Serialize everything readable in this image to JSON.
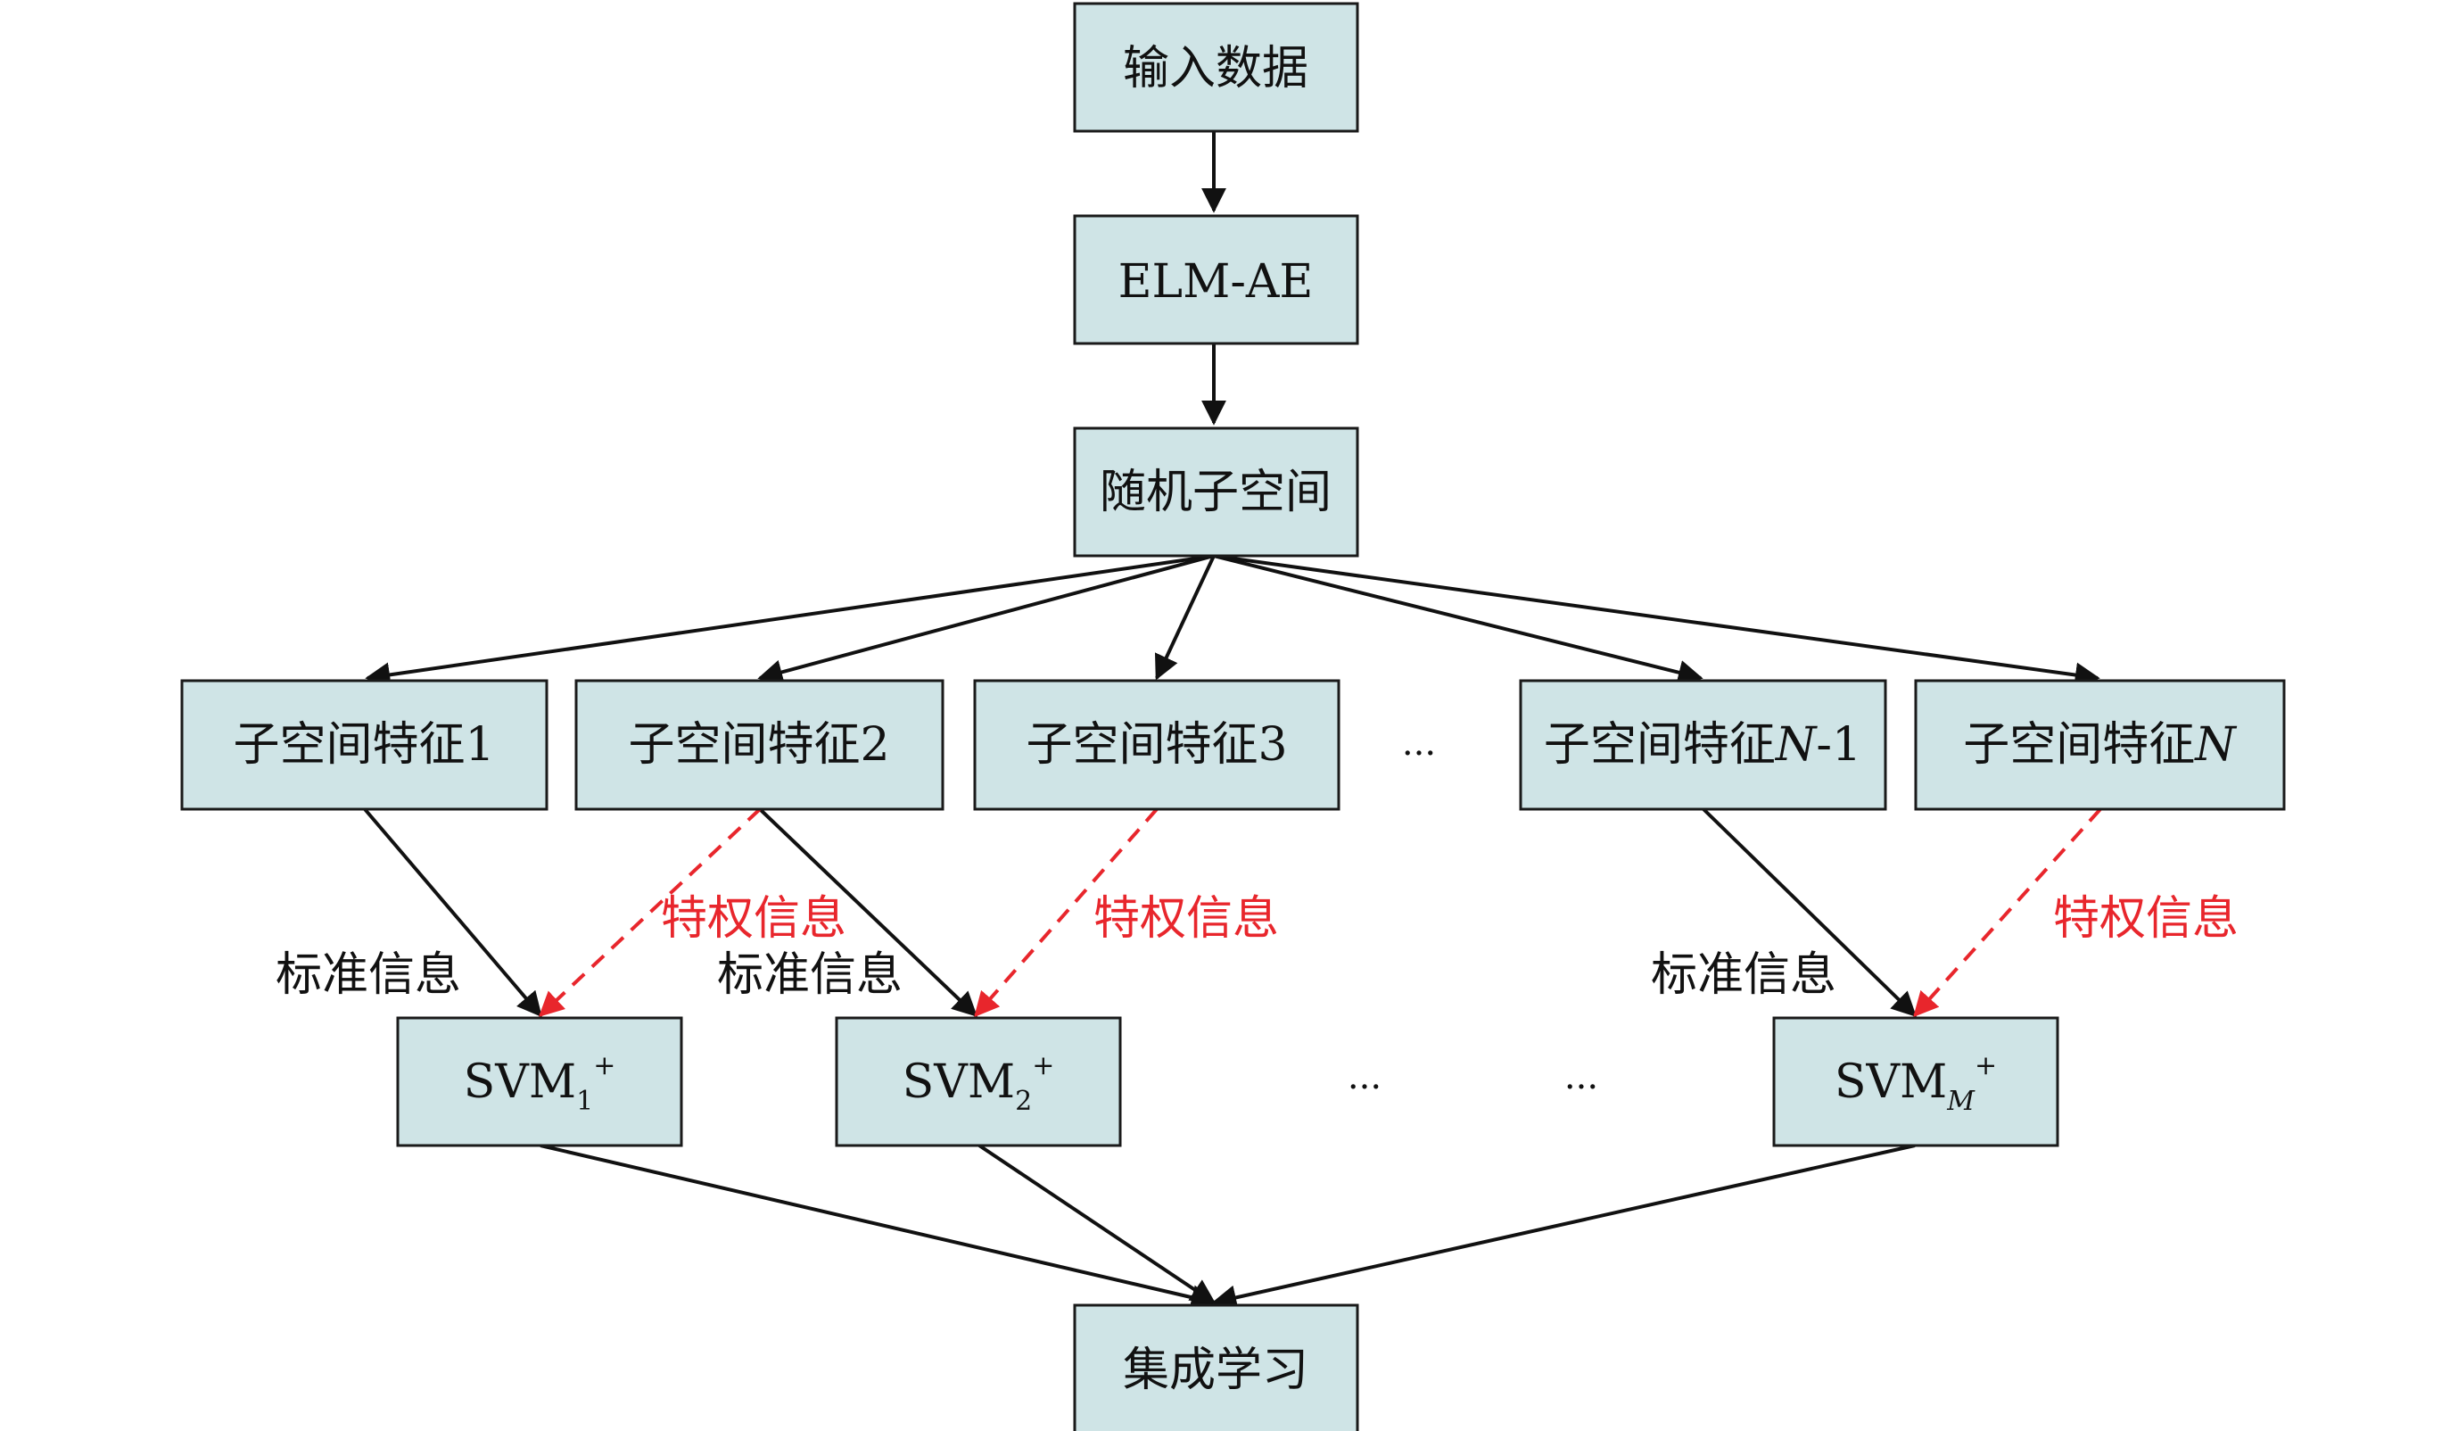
{
  "nodes": {
    "input": "输入数据",
    "elm_ae": "ELM-AE",
    "random_subspace": "随机子空间",
    "feat_1": "子空间特征1",
    "feat_2": "子空间特征2",
    "feat_3": "子空间特征3",
    "feat_n1_prefix": "子空间特征",
    "feat_n1_var": "N",
    "feat_n1_suffix": "-1",
    "feat_n_prefix": "子空间特征",
    "feat_n_var": "N",
    "svm1_base": "SVM",
    "svm1_sub": "1",
    "svm1_sup": "+",
    "svm2_base": "SVM",
    "svm2_sub": "2",
    "svm2_sup": "+",
    "svmm_base": "SVM",
    "svmm_sub": "M",
    "svmm_sup": "+",
    "ensemble": "集成学习"
  },
  "edge_labels": {
    "standard_1": "标准信息",
    "standard_2": "标准信息",
    "standard_3": "标准信息",
    "privileged_1": "特权信息",
    "privileged_2": "特权信息",
    "privileged_3": "特权信息"
  },
  "ellipses": {
    "features_gap": "...",
    "svm_gap_left": "...",
    "svm_gap_right": "..."
  },
  "colors": {
    "box_fill": "#cfe4e6",
    "solid_edge": "#111111",
    "privileged_edge": "#e8262c"
  }
}
